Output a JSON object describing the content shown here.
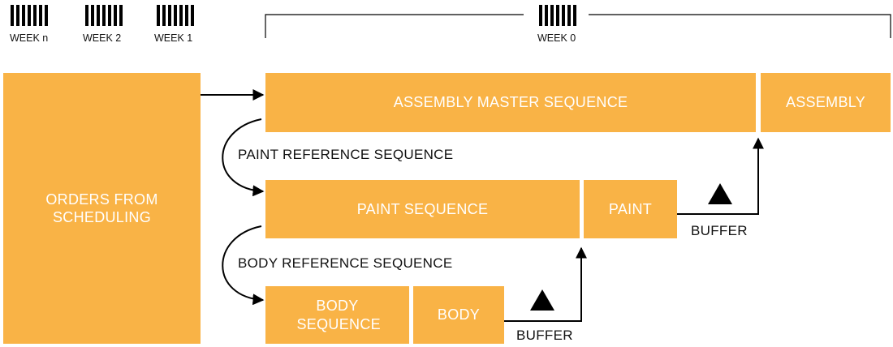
{
  "weeks": {
    "week_n": "WEEK n",
    "week_2": "WEEK 2",
    "week_1": "WEEK 1",
    "week_0": "WEEK 0"
  },
  "boxes": {
    "orders": "ORDERS FROM SCHEDULING",
    "assembly_master": "ASSEMBLY MASTER SEQUENCE",
    "assembly": "ASSEMBLY",
    "paint_sequence": "PAINT SEQUENCE",
    "paint": "PAINT",
    "body_sequence": "BODY SEQUENCE",
    "body": "BODY"
  },
  "labels": {
    "paint_reference": "PAINT REFERENCE SEQUENCE",
    "body_reference": "BODY REFERENCE SEQUENCE",
    "buffer_paint": "BUFFER",
    "buffer_body": "BUFFER"
  },
  "colors": {
    "box_fill": "#f9b346",
    "box_text": "#ffffff",
    "lines": "#000000"
  }
}
